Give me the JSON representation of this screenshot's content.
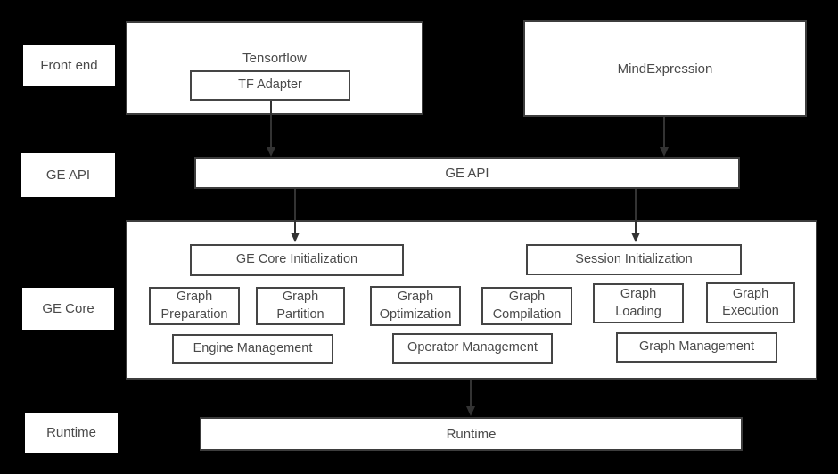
{
  "colors": {
    "background": "#000000",
    "box_fill": "#ffffff",
    "border_outer": "#3d3d3d",
    "border_inner": "#454545",
    "text": "#4a4a4a",
    "arrow": "#333333"
  },
  "left_labels": {
    "front_end": "Front end",
    "ge_api": "GE API",
    "ge_core": "GE Core",
    "runtime": "Runtime"
  },
  "front_end_layer": {
    "tensorflow_label": "Tensorflow",
    "tf_adapter_label": "TF Adapter",
    "mindexpression_label": "MindExpression"
  },
  "ge_api_layer": {
    "bar_label": "GE API"
  },
  "ge_core_layer": {
    "ge_core_init_label": "GE Core Initialization",
    "session_init_label": "Session Initialization",
    "stages": [
      {
        "label": "Graph Preparation"
      },
      {
        "label": "Graph Partition"
      },
      {
        "label": "Graph Optimization"
      },
      {
        "label": "Graph Compilation"
      },
      {
        "label": "Graph Loading"
      },
      {
        "label": "Graph Execution"
      }
    ],
    "management": [
      {
        "label": "Engine Management"
      },
      {
        "label": "Operator Management"
      },
      {
        "label": "Graph Management"
      }
    ]
  },
  "runtime_layer": {
    "bar_label": "Runtime"
  }
}
